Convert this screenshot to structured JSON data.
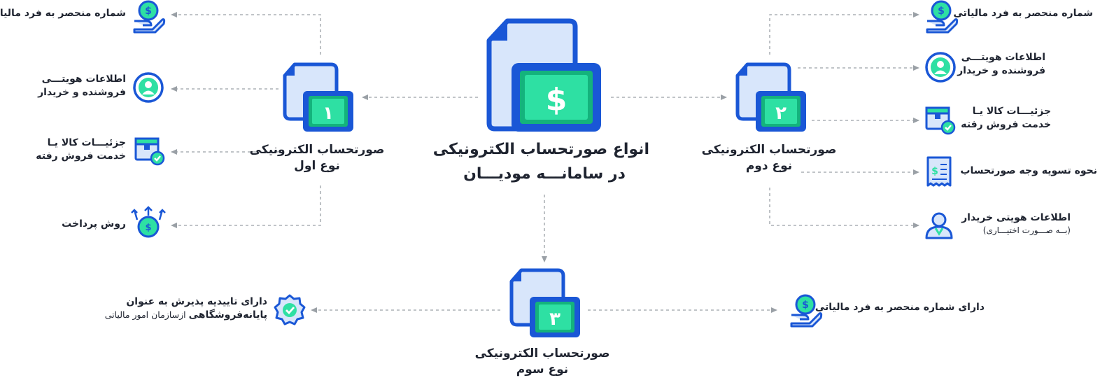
{
  "center": {
    "title_line1": "انواع صورتحساب الکترونیکی",
    "title_line2": "در سامانـــه مودیـــان",
    "symbol": "$"
  },
  "type1": {
    "number": "۱",
    "title": "صورتحساب الکترونیکی",
    "subtitle": "نوع اول",
    "items": [
      {
        "icon": "hand-coin-icon",
        "line1": "شماره منحصر به فرد مالیاتی",
        "line2": ""
      },
      {
        "icon": "user-circle-icon",
        "line1": "اطلاعات هویتـــی",
        "line2": "فروشنده و خریدار"
      },
      {
        "icon": "box-check-icon",
        "line1": "جزئیـــات کالا یـا",
        "line2": "خدمت فروش رفته"
      },
      {
        "icon": "coin-arrows-icon",
        "line1": "روش پرداخت",
        "line2": ""
      }
    ]
  },
  "type2": {
    "number": "۲",
    "title": "صورتحساب الکترونیکی",
    "subtitle": "نوع دوم",
    "items": [
      {
        "icon": "hand-coin-icon",
        "line1": "شماره منحصر به فرد مالیاتی",
        "line2": ""
      },
      {
        "icon": "user-circle-icon",
        "line1": "اطلاعات هویتـــی",
        "line2": "فروشنده و خریدار"
      },
      {
        "icon": "box-check-icon",
        "line1": "جزئیـــات کالا یـا",
        "line2": "خدمت فروش رفته"
      },
      {
        "icon": "receipt-icon",
        "line1": "نحوه تسویه وجه صورتحساب",
        "line2": ""
      },
      {
        "icon": "user-outline-icon",
        "line1": "اطلاعات هویتی خریدار",
        "line2": "(بــه صـــورت اختیـــاری)"
      }
    ]
  },
  "type3": {
    "number": "۳",
    "title": "صورتحساب الکترونیکی",
    "subtitle": "نوع سوم",
    "items": [
      {
        "icon": "badge-check-icon",
        "line1": "دارای تاییدیه پذیرش به عنوان",
        "line2_bold": "پایانه‌فروشگاهی",
        "line2_normal": " ازسازمان امور مالیاتی"
      },
      {
        "icon": "hand-coin-icon",
        "line1": "دارای شماره منحصر به فرد مالیاتی",
        "line2": ""
      }
    ]
  },
  "colors": {
    "blue": "#1a57d6",
    "blue_light": "#d8e6fb",
    "green": "#2ee0a3",
    "green_dark": "#14b37c",
    "text": "#1f2430",
    "arrow": "#9aa0a6"
  }
}
